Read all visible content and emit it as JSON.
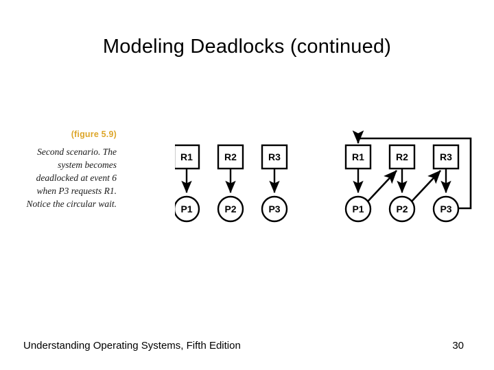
{
  "slide": {
    "title": "Modeling Deadlocks (continued)",
    "page_number": "30",
    "footer_text": "Understanding Operating Systems, Fifth Edition",
    "accent_color": "#dda62a",
    "ink_color": "#000000",
    "background_color": "#ffffff"
  },
  "caption": {
    "figure_label": "(figure 5.9)",
    "lines": [
      "Second scenario. The",
      "system becomes",
      "deadlocked at event 6",
      "when P3 requests R1.",
      "Notice the circular wait."
    ]
  },
  "diagrams": [
    {
      "id": "before-deadlock",
      "resources": [
        "R1",
        "R2",
        "R3"
      ],
      "processes": [
        "P1",
        "P2",
        "P3"
      ],
      "edges": [
        {
          "from": "R1",
          "to": "P1",
          "kind": "allocation"
        },
        {
          "from": "R2",
          "to": "P2",
          "kind": "allocation"
        },
        {
          "from": "R3",
          "to": "P3",
          "kind": "allocation"
        }
      ]
    },
    {
      "id": "circular-wait",
      "resources": [
        "R1",
        "R2",
        "R3"
      ],
      "processes": [
        "P1",
        "P2",
        "P3"
      ],
      "edges": [
        {
          "from": "R1",
          "to": "P1",
          "kind": "allocation"
        },
        {
          "from": "R2",
          "to": "P2",
          "kind": "allocation"
        },
        {
          "from": "R3",
          "to": "P3",
          "kind": "allocation"
        },
        {
          "from": "P1",
          "to": "R2",
          "kind": "request"
        },
        {
          "from": "P2",
          "to": "R3",
          "kind": "request"
        },
        {
          "from": "P3",
          "to": "R1",
          "kind": "request"
        }
      ]
    }
  ]
}
